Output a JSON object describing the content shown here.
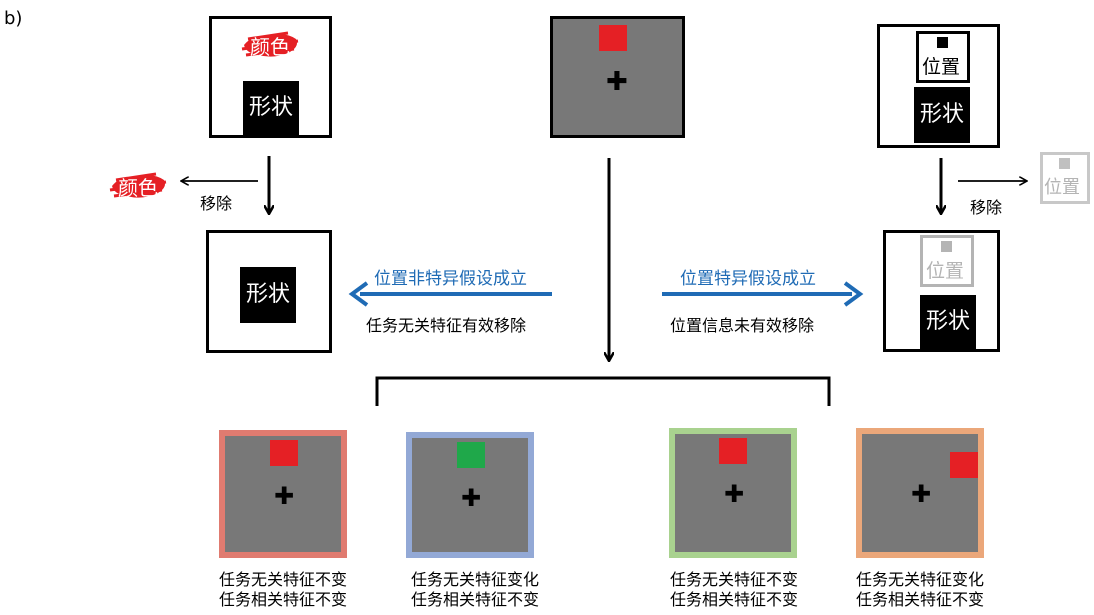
{
  "panel_label": "b)",
  "feature_color": "颜色",
  "feature_shape": "形状",
  "feature_position": "位置",
  "remove_label": "移除",
  "hypothesis_nonspecific": "位置非特异假设成立",
  "hypothesis_nonspecific_sub": "任务无关特征有效移除",
  "hypothesis_specific": "位置特异假设成立",
  "hypothesis_specific_sub": "位置信息未有效移除",
  "conditions": [
    {
      "line1": "任务无关特征不变",
      "line2": "任务相关特征不变",
      "border": "#e07b70",
      "square": "#e52025"
    },
    {
      "line1": "任务无关特征变化",
      "line2": "任务相关特征不变",
      "border": "#93a9d6",
      "square": "#1fa84a"
    },
    {
      "line1": "任务无关特征不变",
      "line2": "任务相关特征不变",
      "border": "#a9d28f",
      "square": "#e52025"
    },
    {
      "line1": "任务无关特征变化",
      "line2": "任务相关特征不变",
      "border": "#eba77a",
      "square": "#e52025"
    }
  ],
  "colors": {
    "blue": "#1f6bb5",
    "red": "#e52025",
    "stimulus_gray": "#787878",
    "faded_gray": "#b4b4b4"
  }
}
